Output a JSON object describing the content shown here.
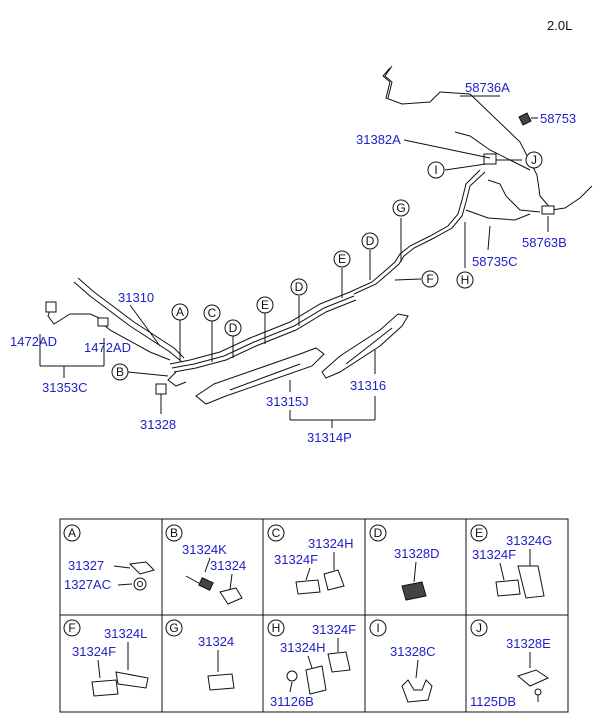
{
  "engine_label": "2.0L",
  "callouts": {
    "p58736A": "58736A",
    "p58753": "58753",
    "p31382A": "31382A",
    "p58763B": "58763B",
    "p58735C": "58735C",
    "p31310": "31310",
    "p1472AD_left": "1472AD",
    "p1472AD_right": "1472AD",
    "p31353C": "31353C",
    "p31328": "31328",
    "p31316": "31316",
    "p31315J": "31315J",
    "p31314P": "31314P"
  },
  "letters": {
    "A": "A",
    "B": "B",
    "C": "C",
    "D": "D",
    "E": "E",
    "F": "F",
    "G": "G",
    "H": "H",
    "I": "I",
    "J": "J"
  },
  "table": {
    "cells": [
      {
        "letter": "A",
        "parts": [
          "31327",
          "1327AC"
        ]
      },
      {
        "letter": "B",
        "parts": [
          "31324K",
          "31324"
        ]
      },
      {
        "letter": "C",
        "parts": [
          "31324H",
          "31324F"
        ]
      },
      {
        "letter": "D",
        "parts": [
          "31328D"
        ]
      },
      {
        "letter": "E",
        "parts": [
          "31324G",
          "31324F"
        ]
      },
      {
        "letter": "F",
        "parts": [
          "31324L",
          "31324F"
        ]
      },
      {
        "letter": "G",
        "parts": [
          "31324"
        ]
      },
      {
        "letter": "H",
        "parts": [
          "31324F",
          "31324H",
          "31126B"
        ]
      },
      {
        "letter": "I",
        "parts": [
          "31328C"
        ]
      },
      {
        "letter": "J",
        "parts": [
          "31328E",
          "1125DB"
        ]
      }
    ]
  }
}
